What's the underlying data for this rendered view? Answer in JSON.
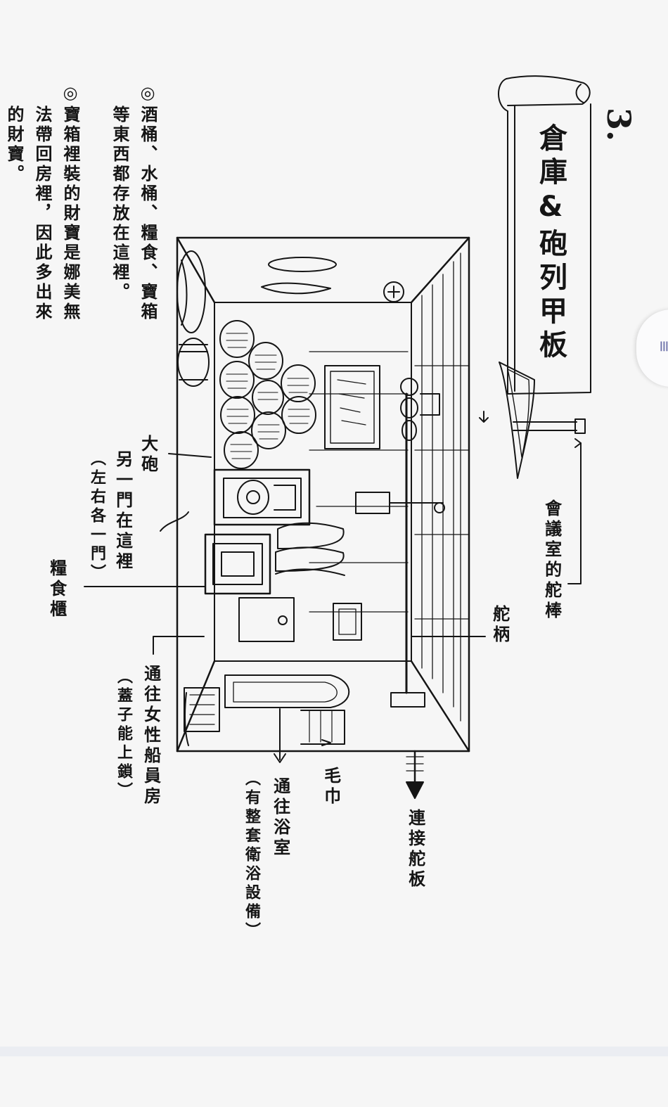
{
  "page": {
    "number": "3.",
    "title": "倉庫&砲列甲板"
  },
  "notes": [
    {
      "id": "note1",
      "col1": "◎酒桶、水桶、糧食、寶箱",
      "col2": "等東西都存放在這裡。"
    },
    {
      "id": "note2",
      "col1": "◎寶箱裡裝的財寶是娜美無",
      "col2": "法帶回房裡，因此多出來",
      "col3": "的財寶。"
    }
  ],
  "labels": {
    "council_rudder": "會議室的舵棒",
    "tiller": "舵柄",
    "connect_rudder": "連接舵板",
    "towel": "毛巾",
    "bath_main": "通往浴室",
    "bath_sub": "（有整套衛浴設備）",
    "women_main": "通往女性船員房",
    "women_sub": "（蓋子能上鎖）",
    "cannon": "大砲",
    "door_main": "另一門在這裡",
    "door_sub": "（左右各一門）",
    "food_cabinet": "糧食櫃"
  },
  "colors": {
    "ink": "#151515",
    "paper": "#f6f6f6",
    "handle_arrow": "#6b6fa8"
  }
}
